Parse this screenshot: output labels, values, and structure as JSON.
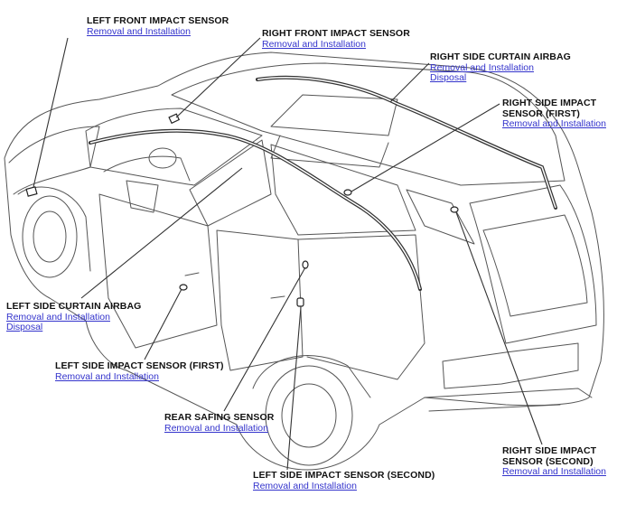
{
  "callouts": {
    "left_front_impact_sensor": {
      "title": "LEFT FRONT IMPACT SENSOR",
      "links": [
        "Removal and Installation"
      ]
    },
    "right_front_impact_sensor": {
      "title": "RIGHT FRONT IMPACT SENSOR",
      "links": [
        "Removal and Installation"
      ]
    },
    "right_side_curtain_airbag": {
      "title": "RIGHT SIDE CURTAIN AIRBAG",
      "links": [
        "Removal and Installation",
        "Disposal"
      ]
    },
    "right_side_impact_sensor_first": {
      "title_line1": "RIGHT SIDE IMPACT",
      "title_line2": "SENSOR (FIRST)",
      "links": [
        "Removal and Installation"
      ]
    },
    "left_side_curtain_airbag": {
      "title": "LEFT SIDE CURTAIN AIRBAG",
      "links": [
        "Removal and Installation",
        "Disposal"
      ]
    },
    "left_side_impact_sensor_first": {
      "title": "LEFT SIDE IMPACT SENSOR (FIRST)",
      "links": [
        "Removal and Installation"
      ]
    },
    "rear_safing_sensor": {
      "title": "REAR SAFING SENSOR",
      "links": [
        "Removal and Installation"
      ]
    },
    "right_side_impact_sensor_second": {
      "title_line1": "RIGHT SIDE IMPACT",
      "title_line2": "SENSOR (SECOND)",
      "links": [
        "Removal and Installation"
      ]
    },
    "left_side_impact_sensor_second": {
      "title": "LEFT SIDE IMPACT SENSOR (SECOND)",
      "links": [
        "Removal and Installation"
      ]
    }
  },
  "colors": {
    "line": "#333333",
    "link": "#3333cc",
    "label": "#111111"
  }
}
